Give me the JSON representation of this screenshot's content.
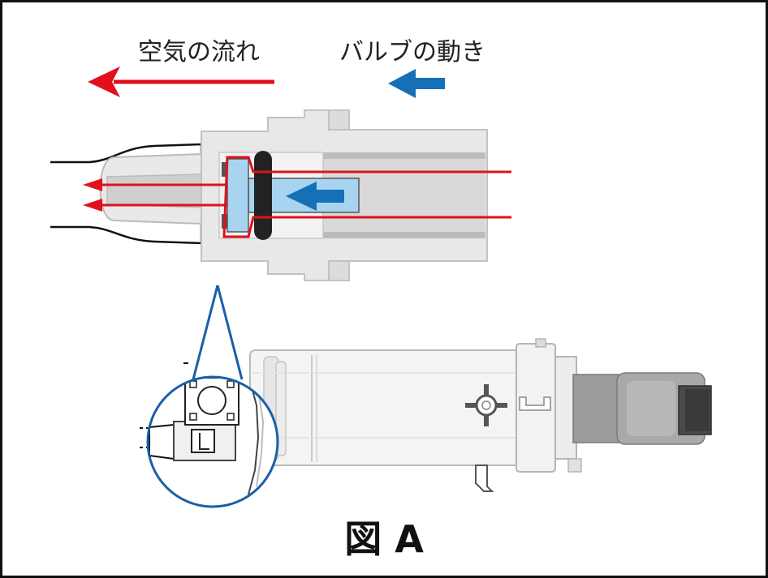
{
  "labels": {
    "air_flow": "空気の流れ",
    "valve_motion": "バルブの動き",
    "caption": "図 A"
  },
  "colors": {
    "air_flow": "#e0101e",
    "valve_motion": "#1670b8",
    "frame": "#111111",
    "callout": "#1a5fa8",
    "body_gray": "#e6e6e6",
    "outline_gray": "#bbbbbb",
    "valve_fill": "#a8d4f0",
    "seal_dark": "#222222"
  },
  "icons": {
    "air_flow_arrow": "red-arrow-left-icon",
    "valve_motion_arrow": "blue-arrow-left-icon"
  }
}
